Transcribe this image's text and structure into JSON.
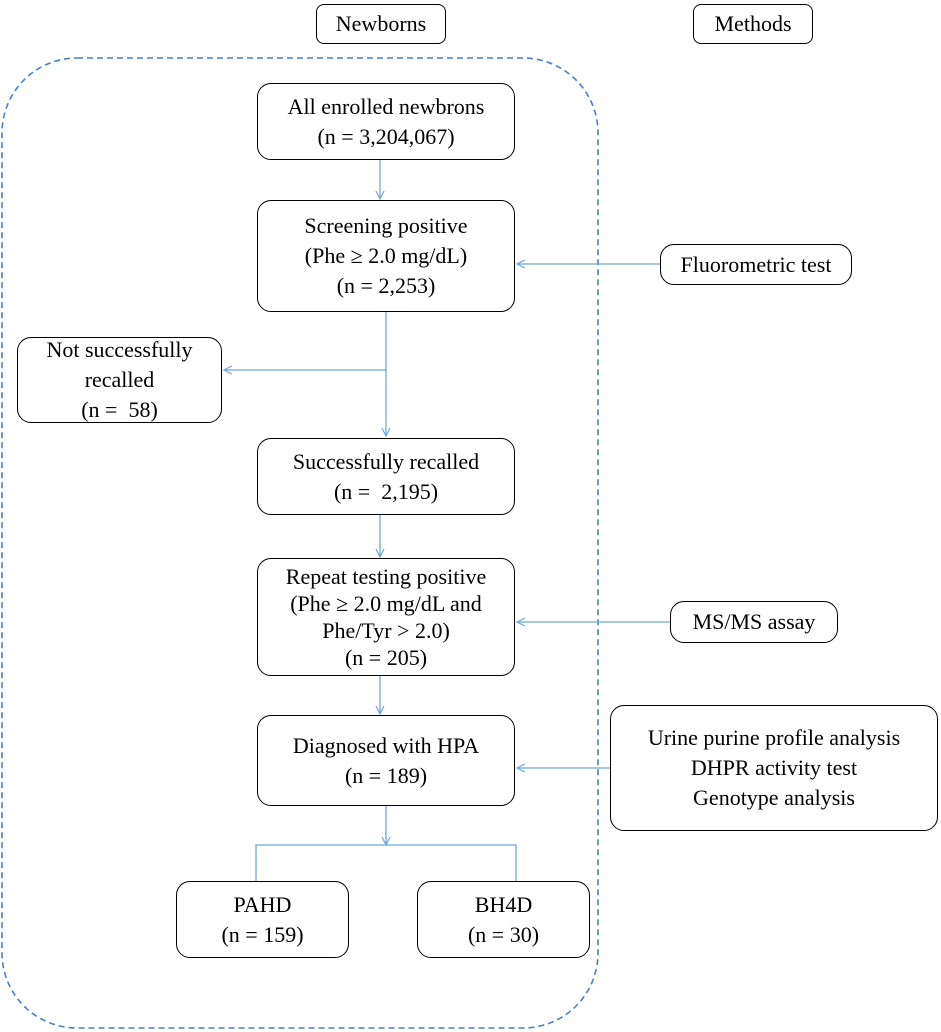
{
  "headers": {
    "newborns": "Newborns",
    "methods": "Methods"
  },
  "flow": {
    "enrolled": {
      "line1": "All enrolled newbrons",
      "line2": "(n = 3,204,067)"
    },
    "screening": {
      "line1": "Screening positive",
      "line2": "(Phe ≥ 2.0 mg/dL)",
      "line3": "(n = 2,253)"
    },
    "not_recalled": {
      "line1": "Not successfully",
      "line2": "recalled",
      "line3": "(n =  58)"
    },
    "recalled": {
      "line1": "Successfully recalled",
      "line2": "(n =  2,195)"
    },
    "repeat": {
      "line1": "Repeat testing positive",
      "line2": "(Phe ≥ 2.0 mg/dL and",
      "line3": "Phe/Tyr > 2.0)",
      "line4": "(n = 205)"
    },
    "diagnosed": {
      "line1": "Diagnosed with HPA",
      "line2": "(n = 189)"
    },
    "pahd": {
      "line1": "PAHD",
      "line2": "(n = 159)"
    },
    "bh4d": {
      "line1": "BH4D",
      "line2": "(n = 30)"
    }
  },
  "methods": {
    "fluorometric": "Fluorometric test",
    "msms": "MS/MS assay",
    "confirm": {
      "line1": "Urine purine profile analysis",
      "line2": "DHPR activity test",
      "line3": "Genotype analysis"
    }
  },
  "colors": {
    "arrow": "#6fa8dc",
    "dashed_border": "#4a7fc1",
    "box_border": "#000000"
  }
}
